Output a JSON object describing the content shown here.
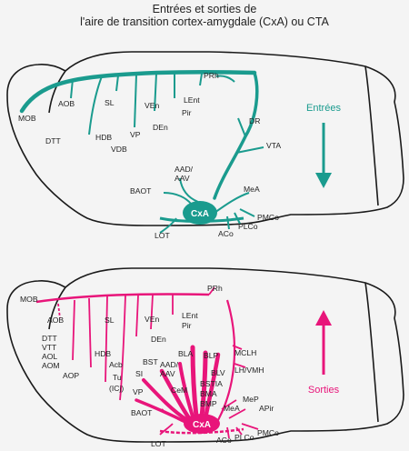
{
  "title": {
    "line1": "Entrées et sorties de",
    "line2": "l'aire de transition cortex-amygdale (CxA) ou CTA"
  },
  "colors": {
    "inputs": "#1a9b8e",
    "outputs": "#e8157a",
    "outline": "#1a1a1a",
    "background": "#f4f4f4"
  },
  "top_panel": {
    "legend": "Entrées",
    "arrow_direction": "down",
    "center_label": "CxA",
    "labels": {
      "mob": "MOB",
      "aob": "AOB",
      "dtt": "DTT",
      "hdb": "HDB",
      "vdb": "VDB",
      "sl": "SL",
      "vp": "VP",
      "ven": "VEn",
      "den": "DEn",
      "lent": "LEnt",
      "pir": "Pir",
      "prh": "PRh",
      "dr": "DR",
      "vta": "VTA",
      "aad": "AAD/",
      "aav": "AAV",
      "baot": "BAOT",
      "mea": "MeA",
      "lot": "LOT",
      "aco": "ACo",
      "plco": "PLCo",
      "pmco": "PMCo"
    }
  },
  "bottom_panel": {
    "legend": "Sorties",
    "arrow_direction": "up",
    "center_label": "CxA",
    "labels": {
      "mob": "MOB",
      "aob": "AOB",
      "dtt": "DTT",
      "vtt": "VTT",
      "aol": "AOL",
      "aom": "AOM",
      "aop": "AOP",
      "hdb": "HDB",
      "sl": "SL",
      "acb": "Acb",
      "tu": "Tu",
      "icj": "(ICj)",
      "ven": "VEn",
      "den": "DEn",
      "lent": "LEnt",
      "pir": "Pir",
      "prh": "PRh",
      "bst": "BST",
      "si": "SI",
      "vp": "VP",
      "aad": "AAD/",
      "aav": "AAV",
      "cem": "CeM",
      "bla": "BLA",
      "blp": "BLP",
      "blv": "BLV",
      "bstia": "BSTIA",
      "bma": "BMA",
      "bmp": "BMP",
      "mclh": "MCLH",
      "lhvmh": "LH/VMH",
      "mep": "MeP",
      "mea": "MeA",
      "apir": "APir",
      "baot": "BAOT",
      "lot": "LOT",
      "aco": "ACo",
      "plco": "PLCo",
      "pmco": "PMCo"
    }
  }
}
